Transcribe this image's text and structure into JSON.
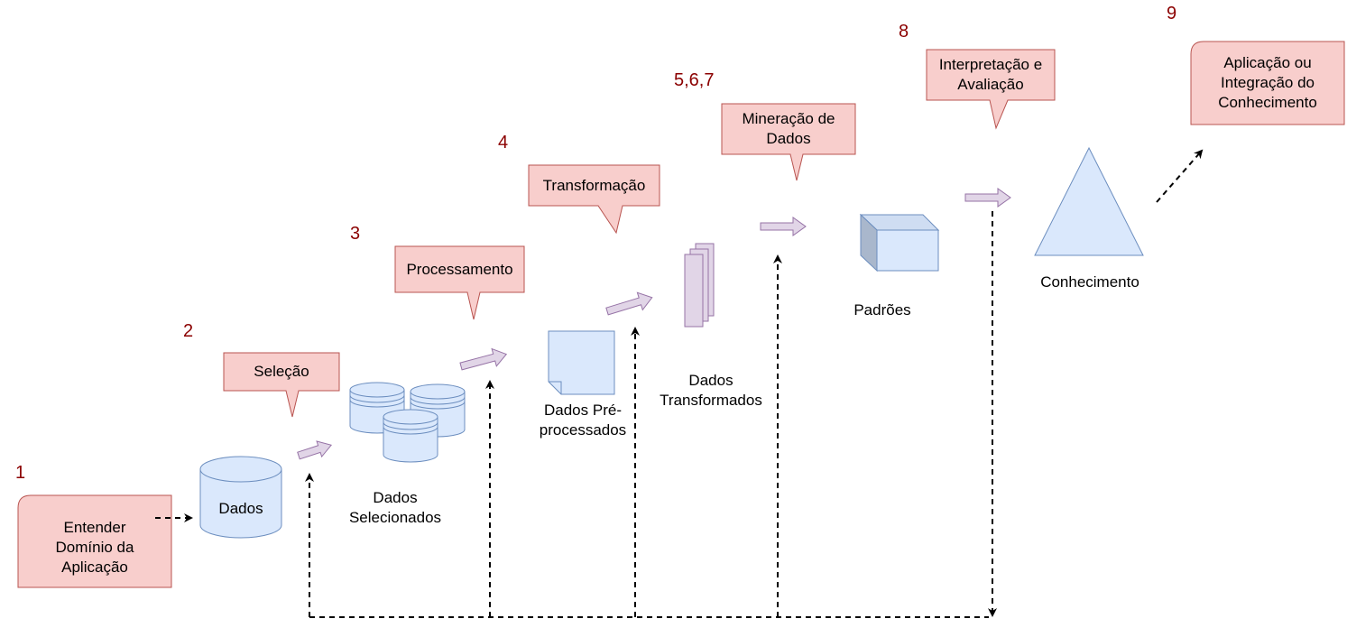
{
  "steps": {
    "s1": "1",
    "s2": "2",
    "s3": "3",
    "s4": "4",
    "s567": "5,6,7",
    "s8": "8",
    "s9": "9"
  },
  "callouts": {
    "understand_line1": "Entender",
    "understand_line2": "Domínio da",
    "understand_line3": "Aplicação",
    "selection": "Seleção",
    "processing": "Processamento",
    "transformation": "Transformação",
    "mining_line1": "Mineração de",
    "mining_line2": "Dados",
    "interpretation_line1": "Interpretação e",
    "interpretation_line2": "Avaliação",
    "application_line1": "Aplicação ou",
    "application_line2": "Integração do",
    "application_line3": "Conhecimento"
  },
  "stages": {
    "data": "Dados",
    "selected_line1": "Dados",
    "selected_line2": "Selecionados",
    "preprocessed_line1": "Dados Pré-",
    "preprocessed_line2": "processados",
    "transformed_line1": "Dados",
    "transformed_line2": "Transformados",
    "patterns": "Padrões",
    "knowledge": "Conhecimento"
  },
  "colors": {
    "callout_fill": "#f8cecc",
    "callout_stroke": "#b85450",
    "shape_fill": "#dae8fc",
    "shape_stroke": "#6c8ebf",
    "arrow_fill": "#e1d5e7",
    "arrow_stroke": "#9673a6",
    "step_number": "#8b0000"
  }
}
